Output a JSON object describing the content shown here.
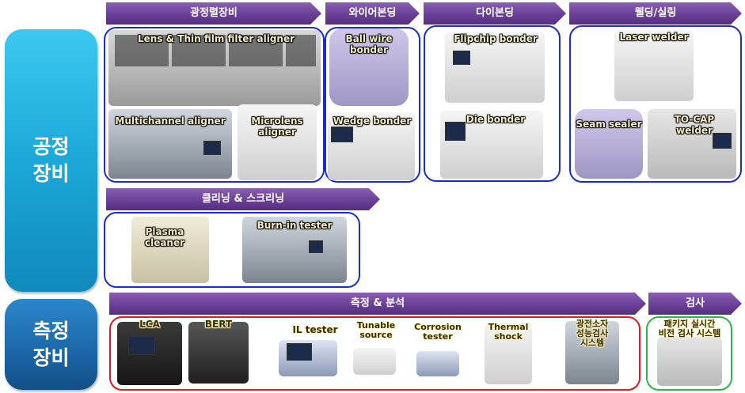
{
  "sections": {
    "process": "공정\n장비",
    "measurement": "측정\n장비"
  },
  "banners": {
    "optical_align": "광정렬장비",
    "wire_bonding": "와이어본딩",
    "die_bonding": "다이본딩",
    "welding_sealing": "웰딩/실링",
    "cleaning": "클리닝 & 스크리닝",
    "measurement_analysis": "측정 & 분석",
    "inspection": "검사"
  },
  "equipment": {
    "lens_aligner": "Lens & Thin film filter aligner",
    "multichannel_aligner": "Multichannel aligner",
    "microlens_aligner": "Microlens\naligner",
    "ball_wire_bonder": "Ball wire\nbonder",
    "wedge_bonder": "Wedge bonder",
    "flipchip_bonder": "Flipchip bonder",
    "die_bonder": "Die bonder",
    "laser_welder": "Laser welder",
    "seam_sealer": "Seam sealer",
    "tocap_welder": "TO-CAP\nwelder",
    "plasma_cleaner": "Plasma\ncleaner",
    "burnin_tester": "Burn-in tester",
    "lca": "LCA",
    "bert": "BERT",
    "il_tester": "IL tester",
    "tunable_source": "Tunable\nsource",
    "corrosion_tester": "Corrosion\ntester",
    "thermal_shock": "Thermal\nshock",
    "optical_device_tester": "광전소자\n성능검사\n시스템",
    "package_vision_system": "패키지 실시간\n비전 검사 시스템"
  },
  "colors": {
    "process_side": "#1fb6e0",
    "measurement_side": "#1d72b8",
    "banner": "#6a3f97",
    "box_blue": "#1a2cd6",
    "box_red": "#e01822",
    "box_green": "#2eb24a"
  }
}
